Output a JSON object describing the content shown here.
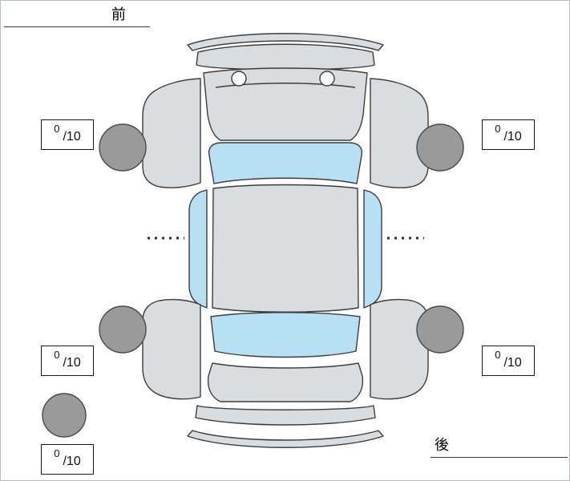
{
  "labels": {
    "front": "前",
    "rear": "後"
  },
  "tires": {
    "front_left": {
      "score": "0",
      "denominator": "/10"
    },
    "front_right": {
      "score": "0",
      "denominator": "/10"
    },
    "rear_left": {
      "score": "0",
      "denominator": "/10"
    },
    "rear_right": {
      "score": "0",
      "denominator": "/10"
    },
    "spare": {
      "score": "0",
      "denominator": "/10"
    }
  },
  "colors": {
    "car_body": "#d9dde0",
    "glass": "#b8e0f4",
    "tire": "#9a9a9a",
    "outline": "#3d3d3d",
    "background": "#ffffff"
  }
}
